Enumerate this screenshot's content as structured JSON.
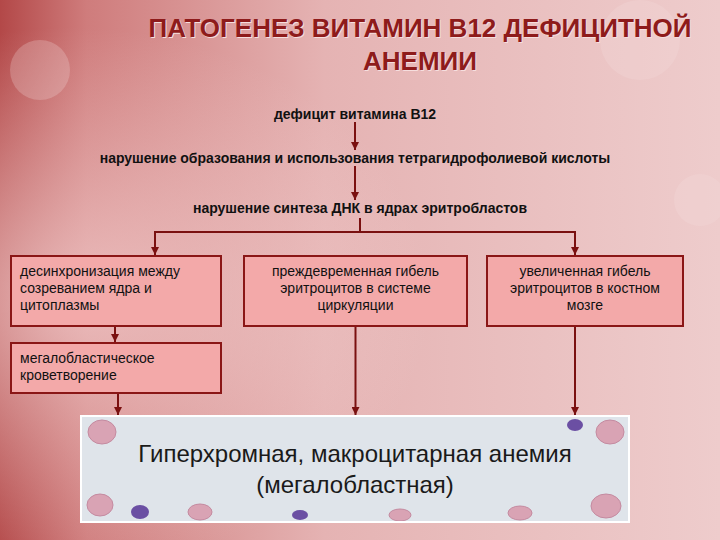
{
  "diagram": {
    "title": "ПАТОГЕНЕЗ ВИТАМИН В12 ДЕФИЦИТНОЙ АНЕМИИ",
    "nodes": [
      {
        "text": [
          "дефицит витамина В12"
        ]
      },
      {
        "text": [
          "нарушение образования и использования тетрагидрофолиевой кислоты"
        ]
      },
      {
        "text": [
          "нарушение синтеза ДНК в ядрах эритробластов"
        ]
      },
      {
        "text": [
          "десинхронизация между созреванием ядра и цитоплазмы"
        ]
      },
      {
        "text": [
          "преждевременная гибель эритроцитов в системе циркуляции"
        ]
      },
      {
        "text": [
          "увеличенная гибель эритроцитов в костном мозге"
        ]
      },
      {
        "text": [
          "мегалобластическое кроветворение"
        ]
      },
      {
        "text": [
          "Гиперхромная, макроцитарная анемия (мегалобластная)"
        ]
      }
    ],
    "edges": [
      {
        "from": 0,
        "to": 1,
        "arrow": "to"
      },
      {
        "from": 1,
        "to": 2,
        "arrow": "to"
      },
      {
        "from": 2,
        "to": 3,
        "arrow": "to"
      },
      {
        "from": 2,
        "to": 5,
        "arrow": "to"
      },
      {
        "from": 3,
        "to": 6,
        "arrow": "to"
      },
      {
        "from": 6,
        "to": 7,
        "arrow": "to"
      },
      {
        "from": 4,
        "to": 7,
        "arrow": "to"
      },
      {
        "from": 5,
        "to": 7,
        "arrow": "to"
      }
    ]
  }
}
